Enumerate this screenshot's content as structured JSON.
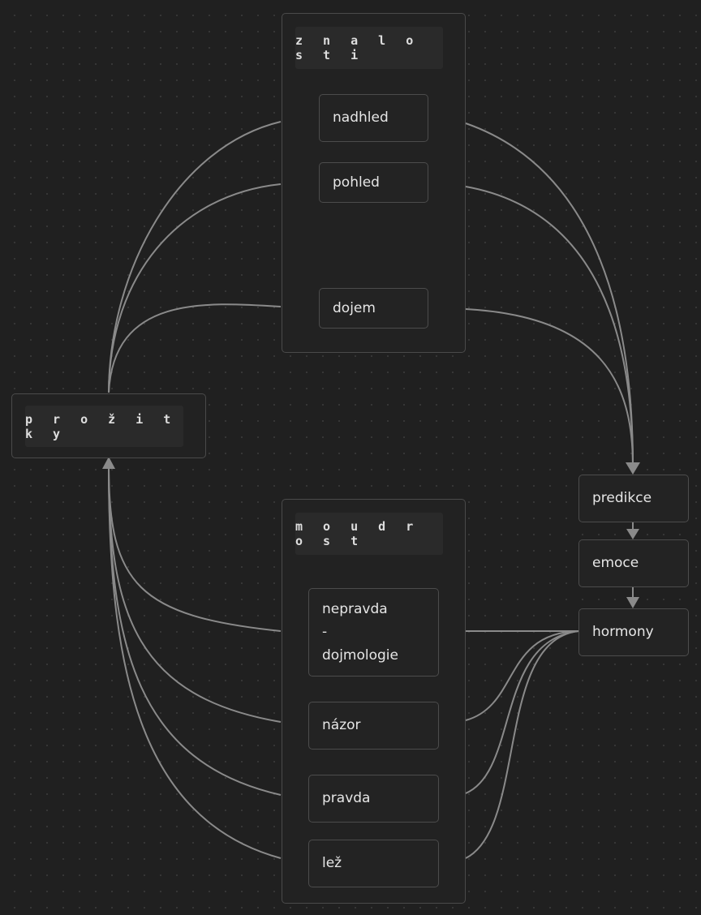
{
  "groups": {
    "znalosti": "z n a l o s t i",
    "prozitky": "p r o ž i t k y",
    "moudrost": "m o u d r o s t"
  },
  "nodes": {
    "nadhled": "nadhled",
    "pohled": "pohled",
    "dojem": "dojem",
    "nepravda": [
      "nepravda",
      "-",
      "dojmologie"
    ],
    "nazor": "názor",
    "pravda": "pravda",
    "lez": "lež",
    "predikce": "predikce",
    "emoce": "emoce",
    "hormony": "hormony"
  },
  "colors": {
    "background": "#202020",
    "border": "#4a4a4a",
    "edge": "#8a8a8a",
    "text": "#e6e6e6"
  }
}
